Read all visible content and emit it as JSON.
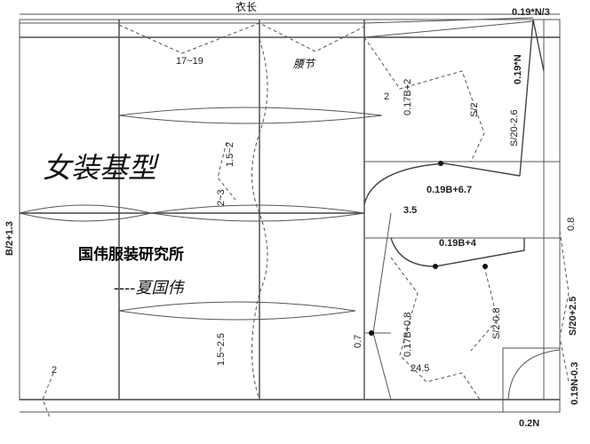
{
  "diagram": {
    "top_label": "衣长",
    "title": "女装基型",
    "institute": "国伟服装研究所",
    "author": "----夏国伟",
    "labels": {
      "n_over_3": "0.19*N/3",
      "waist_dart": "17~19",
      "waist": "腰节",
      "b17_plus2": "0.17B+2",
      "two_top": "2",
      "s_half": "S/2",
      "s20_minus": "S/20-2.6",
      "n19": "0.19*N",
      "dart_1_5_2": "1.5~2",
      "dart_2_3": "2~3",
      "b19_plus_6_7": "0.19B+6.7",
      "b_half": "B/2+1.3",
      "v3_5": "3.5",
      "v0_8": "0.8",
      "b19_plus4": "0.19B+4",
      "s20_plus": "S/20+2.5",
      "b17_plus08": "0.17B+0.8",
      "s2_minus": "S/2-0.8",
      "dart_1_5_2_5": "1.5~2.5",
      "v0_7": "0.7",
      "v24_5": "24.5",
      "n19_minus": "0.19N-0.3",
      "two_bottom": "2",
      "n02": "0.2N"
    }
  }
}
